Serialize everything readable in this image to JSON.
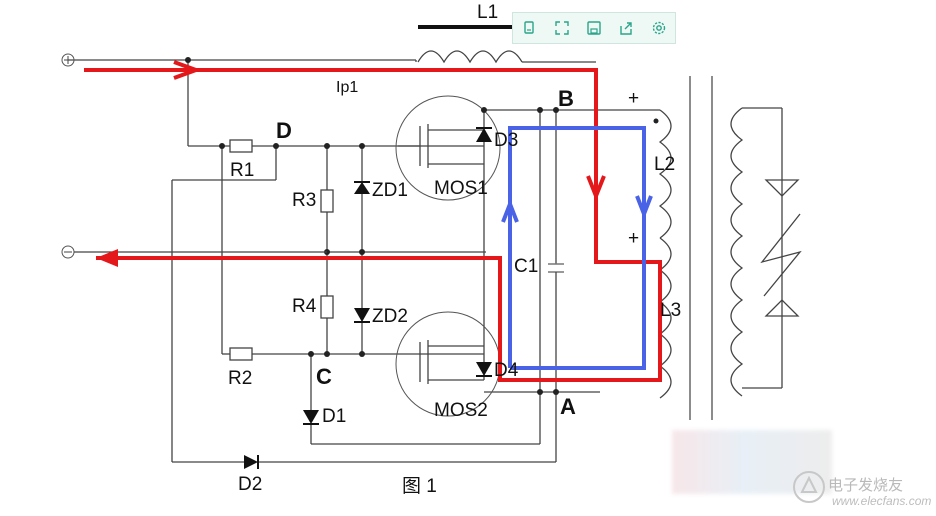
{
  "diagram": {
    "labels": {
      "L1": "L1",
      "Ip1": "Ip1",
      "B": "B",
      "D": "D",
      "R1": "R1",
      "R3": "R3",
      "ZD1": "ZD1",
      "MOS1": "MOS1",
      "D3": "D3",
      "L2": "L2",
      "C1": "C1",
      "L3": "L3",
      "R4": "R4",
      "ZD2": "ZD2",
      "R2": "R2",
      "C": "C",
      "MOS2": "MOS2",
      "D4": "D4",
      "A": "A",
      "D1": "D1",
      "D2": "D2",
      "plus_top": "+",
      "plus_mid": "+",
      "terminal_pos": "⊕",
      "terminal_neg": "⊖"
    },
    "caption": "图  1",
    "colors": {
      "current_primary": "#e4181b",
      "current_loop": "#4a63e6",
      "wire": "#444444"
    }
  },
  "toolbar": {
    "buttons": [
      "copy-icon",
      "fullscreen-icon",
      "save-icon",
      "share-icon",
      "settings-icon"
    ]
  },
  "watermark": {
    "text": "电子发烧友",
    "url": "www.elecfans.com"
  }
}
